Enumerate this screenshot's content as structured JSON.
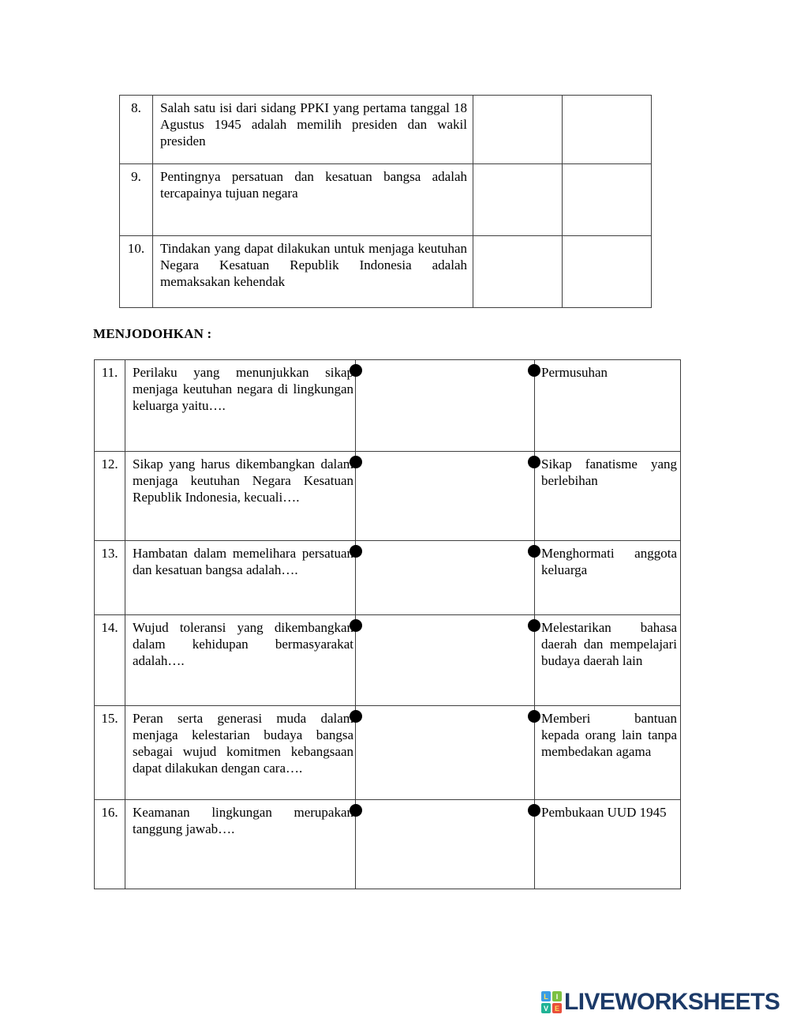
{
  "headings": {
    "matching": "MENJODOHKAN :"
  },
  "truefalse_table": {
    "rows": [
      {
        "no": "8.",
        "text": "Salah satu isi dari sidang PPKI yang pertama tanggal 18 Agustus 1945 adalah memilih presiden dan wakil presiden"
      },
      {
        "no": "9.",
        "text": "Pentingnya persatuan dan kesatuan bangsa adalah tercapainya tujuan negara"
      },
      {
        "no": "10.",
        "text": "Tindakan yang dapat dilakukan untuk menjaga keutuhan Negara Kesatuan Republik Indonesia adalah memaksakan kehendak"
      }
    ]
  },
  "matching_table": {
    "rows": [
      {
        "no": "11.",
        "question": "Perilaku yang menunjukkan sikap menjaga keutuhan negara di lingkungan keluarga yaitu….",
        "answer": "Permusuhan"
      },
      {
        "no": "12.",
        "question": "Sikap yang harus dikembangkan dalam menjaga keutuhan Negara Kesatuan Republik Indonesia, kecuali….",
        "answer": "Sikap fanatisme yang berlebihan"
      },
      {
        "no": "13.",
        "question": "Hambatan dalam memelihara persatuan dan kesatuan bangsa adalah….",
        "answer": "Menghormati anggota keluarga"
      },
      {
        "no": "14.",
        "question": "Wujud toleransi yang dikembangkan dalam kehidupan bermasyarakat adalah….",
        "answer": "Melestarikan bahasa daerah dan mempelajari budaya daerah lain"
      },
      {
        "no": "15.",
        "question": "Peran serta generasi muda dalam menjaga kelestarian budaya bangsa sebagai wujud komitmen kebangsaan dapat dilakukan dengan cara….",
        "answer": "Memberi bantuan kepada orang lain tanpa membedakan agama"
      },
      {
        "no": "16.",
        "question": "Keamanan lingkungan merupakan tanggung jawab….",
        "answer": "Pembukaan UUD 1945"
      }
    ]
  },
  "footer": {
    "logo_text": "LIVEWORKSHEETS",
    "logo_text_color": "#1c3a68",
    "logo_squares": [
      {
        "letter": "L",
        "bg": "#3b9de4",
        "fg": "#ffe05a"
      },
      {
        "letter": "I",
        "bg": "#7cc142",
        "fg": "#ffffff"
      },
      {
        "letter": "V",
        "bg": "#21b396",
        "fg": "#ffffff"
      },
      {
        "letter": "E",
        "bg": "#e94f3d",
        "fg": "#ffe05a"
      }
    ]
  }
}
